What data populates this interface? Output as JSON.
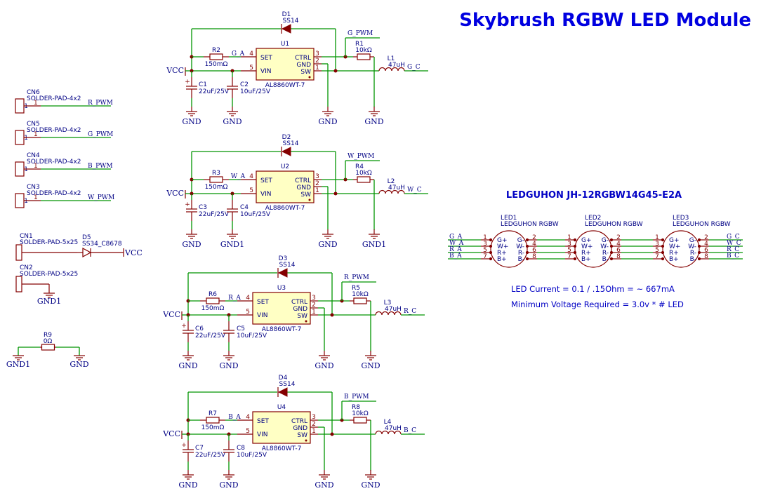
{
  "title": "Skybrush RGBW LED Module",
  "led_part": "LEDGUHON JH-12RGBW14G45-E2A",
  "notes": {
    "current": "LED Current = 0.1 / .15Ohm = ~ 667mA",
    "voltage": "Minimum Voltage Required = 3.0v * # LED"
  },
  "pads": [
    {
      "ref": "CN6",
      "value": "SOLDER-PAD-4x2",
      "net": "R_PWM"
    },
    {
      "ref": "CN5",
      "value": "SOLDER-PAD-4x2",
      "net": "G_PWM"
    },
    {
      "ref": "CN4",
      "value": "SOLDER-PAD-4x2",
      "net": "B_PWM"
    },
    {
      "ref": "CN3",
      "value": "SOLDER-PAD-4x2",
      "net": "W_PWM"
    }
  ],
  "pad_pin": "1",
  "cn1": {
    "ref": "CN1",
    "value": "SOLDER-PAD-5x25"
  },
  "cn2": {
    "ref": "CN2",
    "value": "SOLDER-PAD-5x25"
  },
  "d5": {
    "ref": "D5",
    "value": "SS34_C8678"
  },
  "r9": {
    "ref": "R9",
    "value": "0Ω"
  },
  "labels": {
    "vcc": "VCC",
    "gnd": "GND",
    "gnd1": "GND1"
  },
  "pin_numbers": [
    "1",
    "2",
    "3",
    "4",
    "5",
    "6",
    "7",
    "8"
  ],
  "drivers": [
    {
      "u": "U1",
      "d": "D1",
      "r_set": "R2",
      "r_ctrl": "R1",
      "l": "L1",
      "c_in": "C1",
      "c_out": "C2",
      "set_net": "G_A",
      "pwm_net": "G_PWM",
      "out_net": "G_C",
      "cap_gnd": "GND",
      "l_gnd": "GND"
    },
    {
      "u": "U2",
      "d": "D2",
      "r_set": "R3",
      "r_ctrl": "R4",
      "l": "L2",
      "c_in": "C3",
      "c_out": "C4",
      "set_net": "W_A",
      "pwm_net": "W_PWM",
      "out_net": "W_C",
      "cap_gnd": "GND1",
      "l_gnd": "GND1"
    },
    {
      "u": "U3",
      "d": "D3",
      "r_set": "R6",
      "r_ctrl": "R5",
      "l": "L3",
      "c_in": "C6",
      "c_out": "C5",
      "set_net": "R_A",
      "pwm_net": "R_PWM",
      "out_net": "R_C",
      "cap_gnd": "GND",
      "l_gnd": "GND"
    },
    {
      "u": "U4",
      "d": "D4",
      "r_set": "R7",
      "r_ctrl": "R8",
      "l": "L4",
      "c_in": "C7",
      "c_out": "C8",
      "set_net": "B_A",
      "pwm_net": "B_PWM",
      "out_net": "B_C",
      "cap_gnd": "GND",
      "l_gnd": "GND"
    }
  ],
  "driver_values": {
    "ic": "AL8860WT-7",
    "diode": "SS14",
    "r_set": "150mΩ",
    "r_ctrl": "10kΩ",
    "inductor": "47uH",
    "c_in": "22uF/25V",
    "c_out": "10uF/25V",
    "pins": {
      "set": "SET",
      "vin": "VIN",
      "ctrl": "CTRL",
      "gnd": "GND",
      "sw": "SW"
    }
  },
  "leds": [
    {
      "ref": "LED1",
      "value": "LEDGUHON RGBW"
    },
    {
      "ref": "LED2",
      "value": "LEDGUHON RGBW"
    },
    {
      "ref": "LED3",
      "value": "LEDGUHON RGBW"
    }
  ],
  "led_left_pins": [
    "G+",
    "W+",
    "R+",
    "B+"
  ],
  "led_right_pins": [
    "G-",
    "W-",
    "R-",
    "B-"
  ],
  "led_in_nets": [
    "G_A",
    "W_A",
    "R_A",
    "B_A"
  ],
  "led_out_nets": [
    "G_C",
    "W_C",
    "R_C",
    "B_C"
  ]
}
